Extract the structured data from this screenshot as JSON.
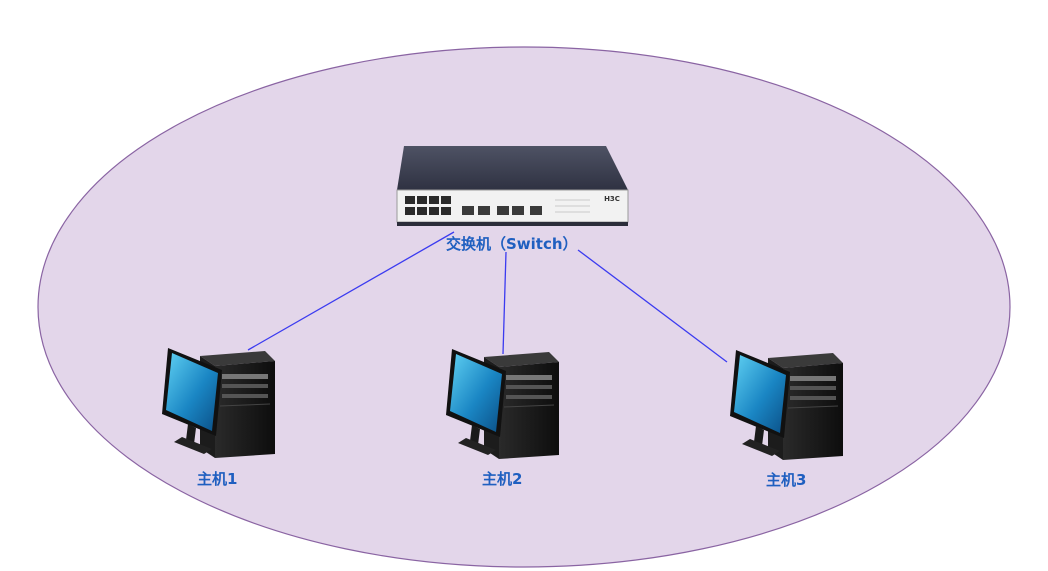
{
  "diagram": {
    "switch": {
      "label": "交换机（Switch）",
      "brand": "H3C"
    },
    "hosts": [
      {
        "label": "主机1"
      },
      {
        "label": "主机2"
      },
      {
        "label": "主机3"
      }
    ],
    "colors": {
      "ellipse_fill": "#e3d6ea",
      "ellipse_stroke": "#8a64a3",
      "link": "#3b3bf0",
      "label": "#1f5fc0"
    }
  }
}
